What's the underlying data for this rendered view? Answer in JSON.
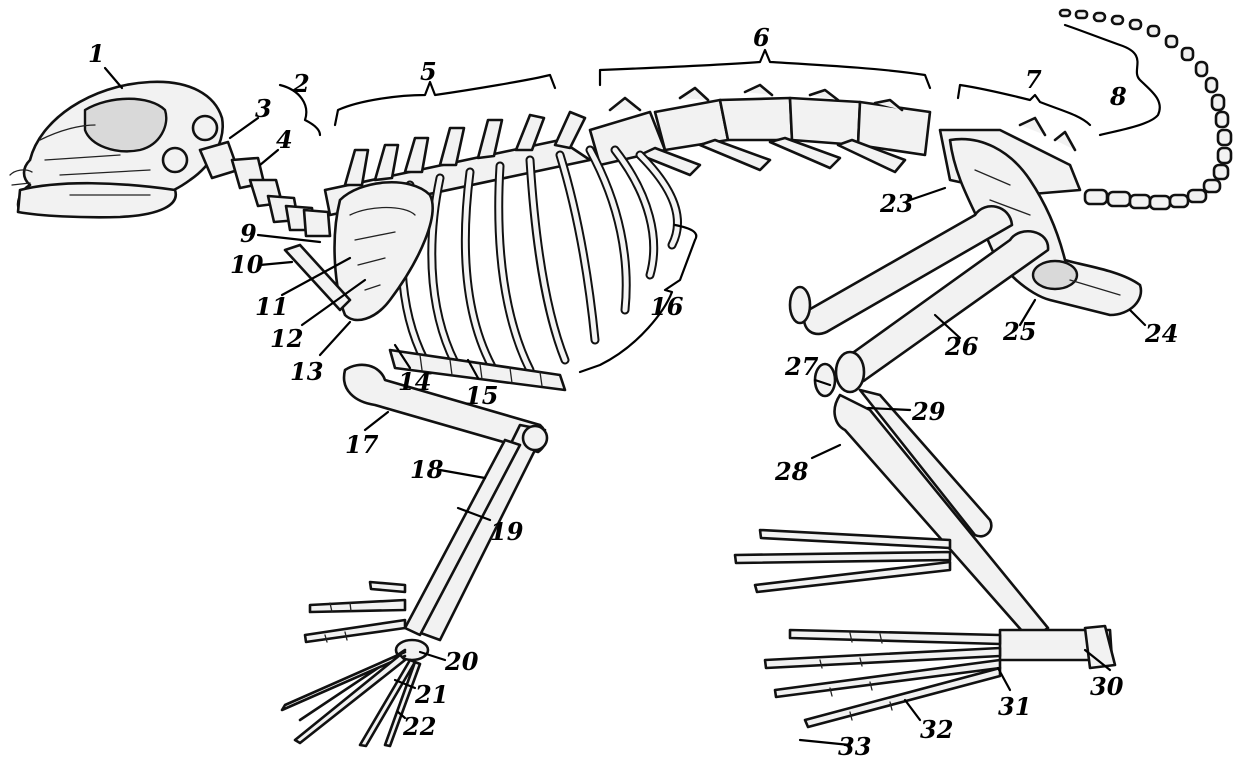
{
  "labels": {
    "l1": "1",
    "l2": "2",
    "l3": "3",
    "l4": "4",
    "l5": "5",
    "l6": "6",
    "l7": "7",
    "l8": "8",
    "l9": "9",
    "l10": "10",
    "l11": "11",
    "l12": "12",
    "l13": "13",
    "l14": "14",
    "l15": "15",
    "l16": "16",
    "l17": "17",
    "l18": "18",
    "l19": "19",
    "l20": "20",
    "l21": "21",
    "l22": "22",
    "l23": "23",
    "l24": "24",
    "l25": "25",
    "l26": "26",
    "l27": "27",
    "l28": "28",
    "l29": "29",
    "l30": "30",
    "l31": "31",
    "l32": "32",
    "l33": "33"
  },
  "colors": {
    "background": "#ffffff",
    "ink": "#000000",
    "bone": "#f2f2f2"
  }
}
